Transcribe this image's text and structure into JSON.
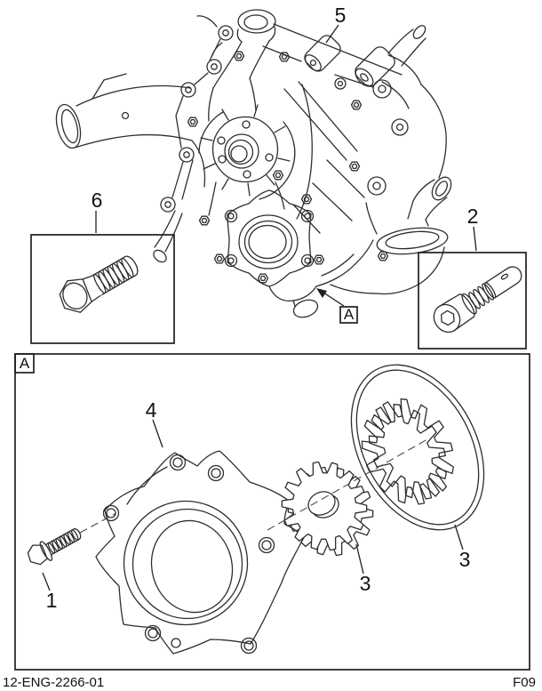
{
  "figure": {
    "footer": {
      "doc_number": "12-ENG-2266-01",
      "figure_code": "F09"
    },
    "callouts": {
      "item1": "1",
      "item2": "2",
      "item3_left": "3",
      "item3_right": "3",
      "item4": "4",
      "item5": "5",
      "item6": "6"
    },
    "detail_view": {
      "marker": "A",
      "box_label": "A"
    },
    "gears": {
      "inner_gear_teeth": 14,
      "outer_rotor_teeth": 13
    },
    "colors": {
      "line": "#2e2e2e",
      "label": "#111111",
      "background": "#ffffff"
    }
  }
}
